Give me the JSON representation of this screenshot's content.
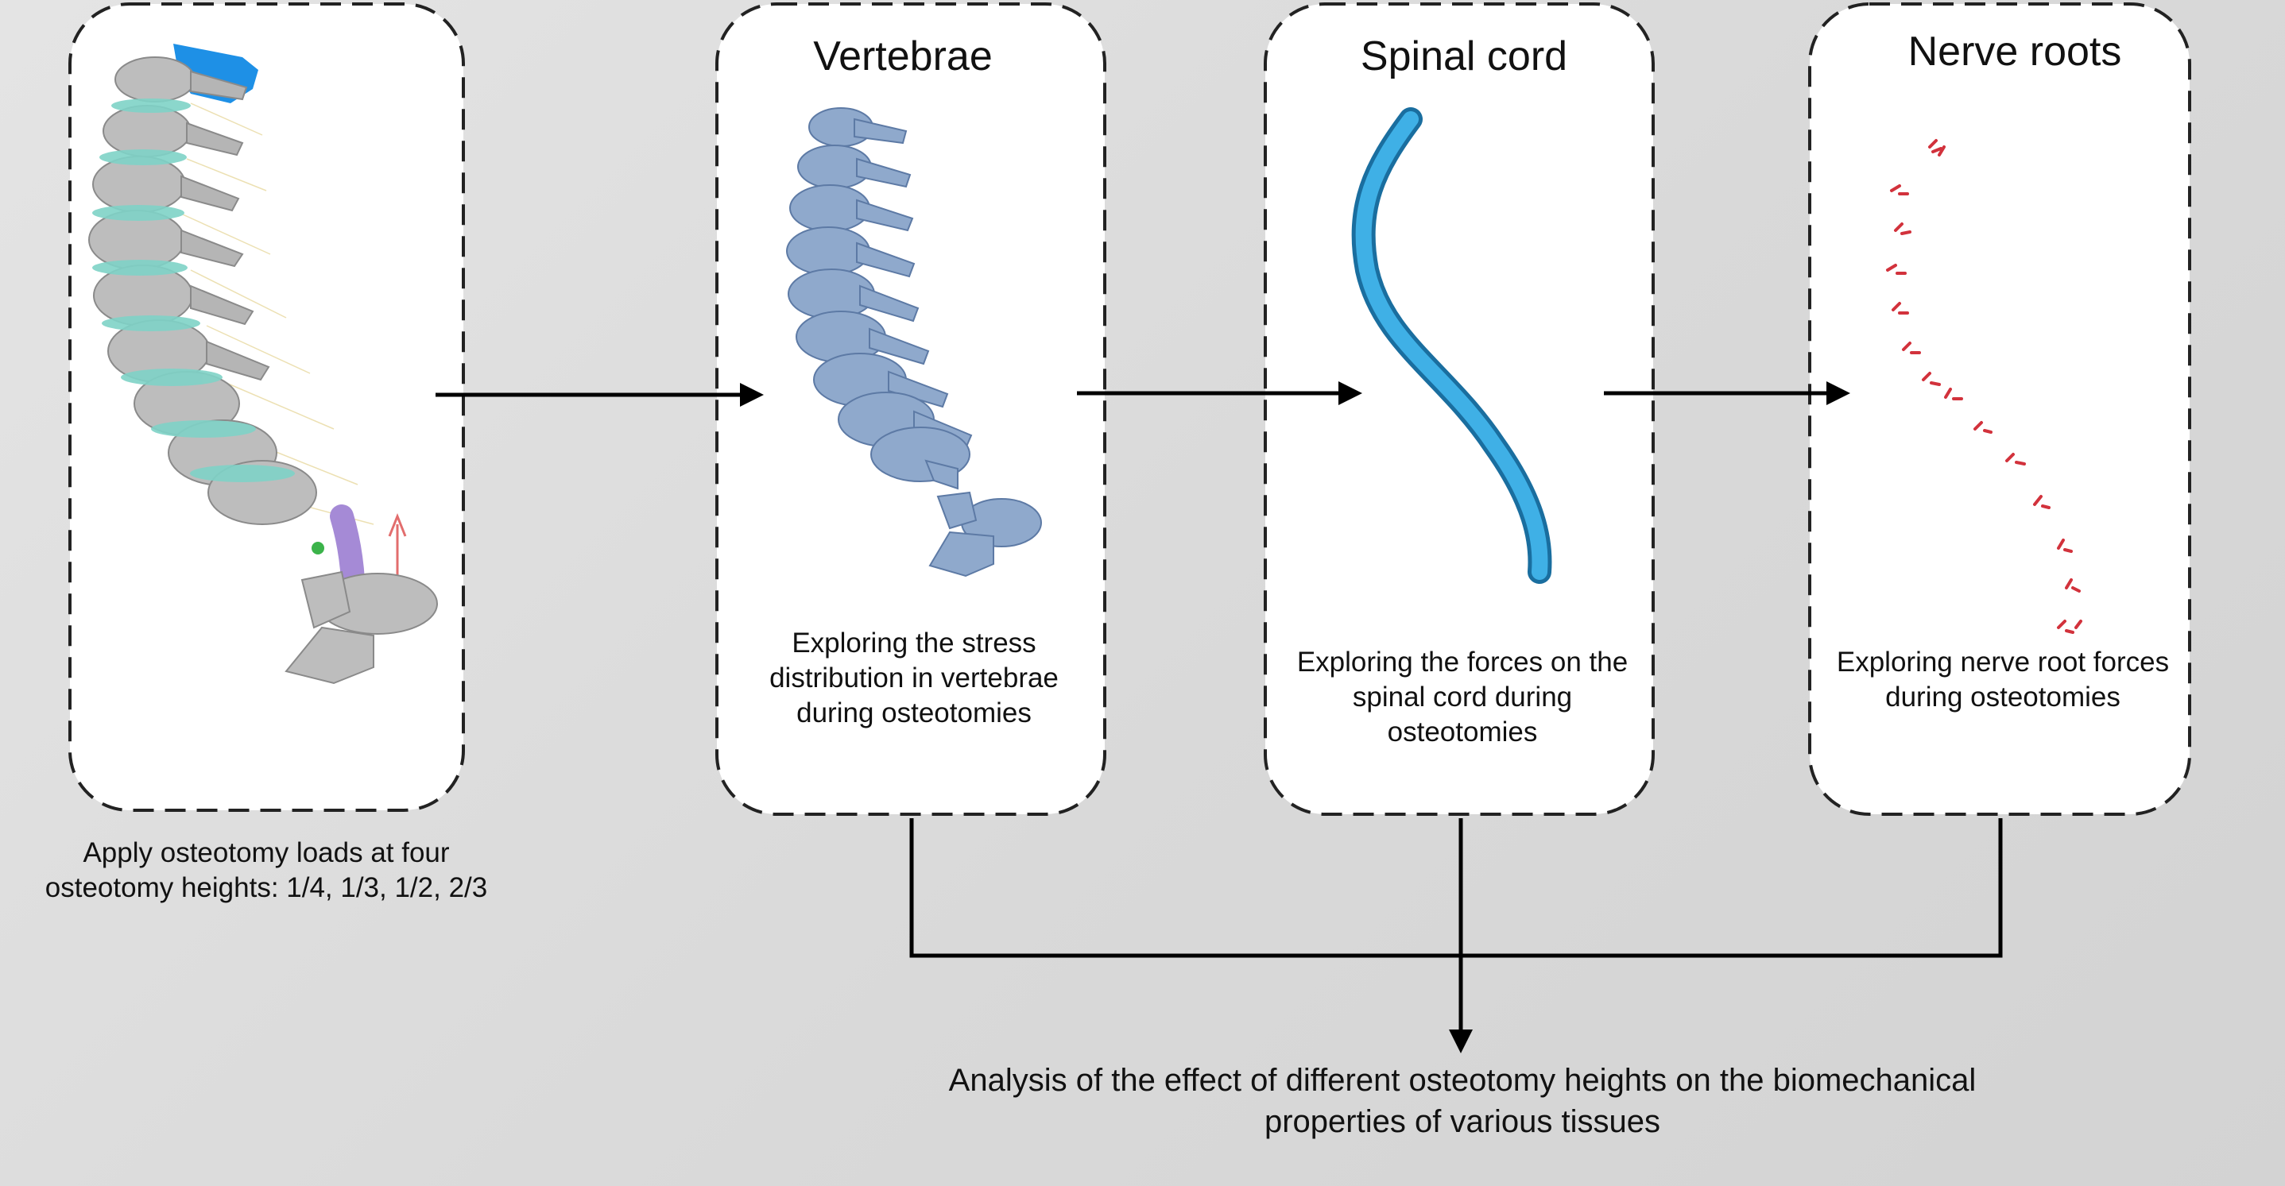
{
  "titles": {
    "vertebrae": "Vertebrae",
    "spinal_cord": "Spinal cord",
    "nerve_roots": "Nerve roots"
  },
  "captions": {
    "left": "Apply osteotomy loads at four osteotomy heights: 1/4, 1/3, 1/2, 2/3",
    "vertebrae": "Exploring the stress distribution in vertebrae during osteotomies",
    "spinal_cord": "Exploring the forces on the spinal cord during osteotomies",
    "nerve_roots": "Exploring nerve root forces during osteotomies",
    "bottom": "Analysis of the effect of different osteotomy heights on the biomechanical properties of various tissues"
  },
  "colors": {
    "bone": "#bdbdbd",
    "disc": "#7fd3c7",
    "vertebra_blue": "#8fa9cc",
    "spinal_cord": "#2f9fd6",
    "nerve_root": "#d2323c",
    "load_top": "#1e90e6"
  }
}
